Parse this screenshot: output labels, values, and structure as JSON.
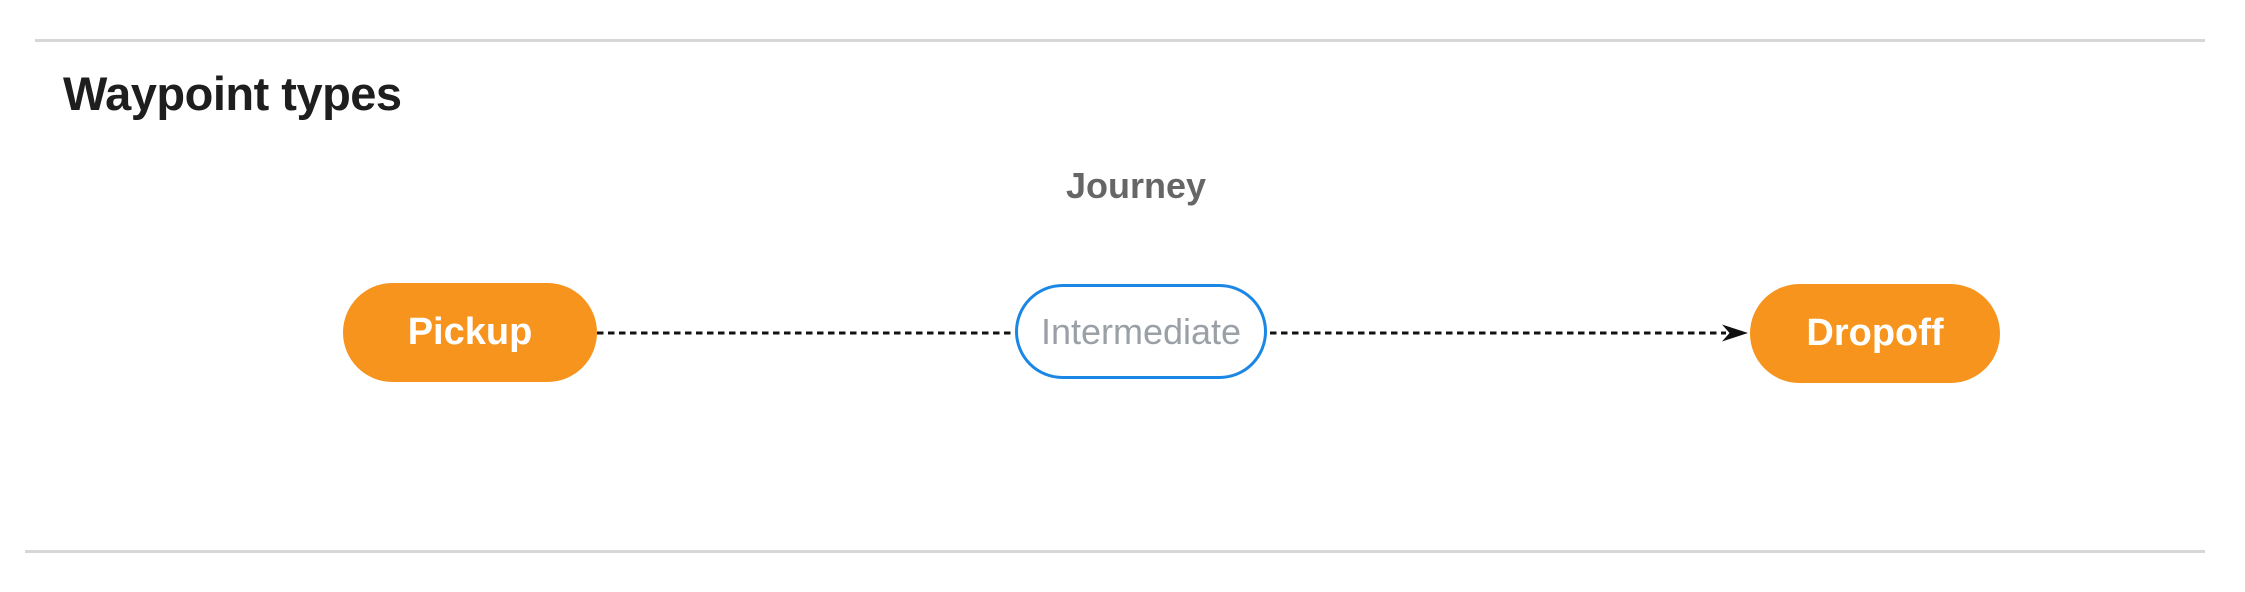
{
  "page": {
    "title": "Waypoint types"
  },
  "diagram": {
    "group_label": "Journey",
    "nodes": [
      {
        "id": "pickup",
        "label": "Pickup",
        "variant": "terminal-filled"
      },
      {
        "id": "intermediate",
        "label": "Intermediate",
        "variant": "outlined"
      },
      {
        "id": "dropoff",
        "label": "Dropoff",
        "variant": "terminal-filled"
      }
    ],
    "edges": [
      {
        "from": "pickup",
        "to": "intermediate",
        "style": "dashed",
        "arrowhead": false
      },
      {
        "from": "intermediate",
        "to": "dropoff",
        "style": "dashed",
        "arrowhead": true
      }
    ],
    "colors": {
      "terminal_fill": "#f6941d",
      "terminal_text": "#ffffff",
      "intermediate_border": "#1b87e5",
      "intermediate_text": "#9aa0a6",
      "edge": "#111111",
      "group_label_text": "#666666",
      "title_text": "#1e1e1e",
      "divider": "#d7d7d7"
    }
  }
}
